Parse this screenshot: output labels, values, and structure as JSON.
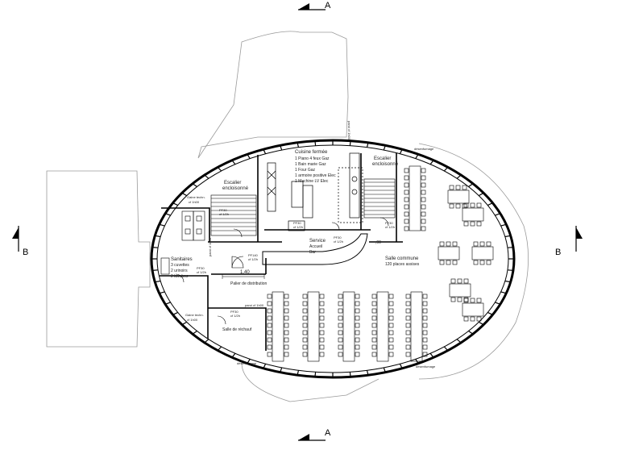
{
  "section_marks": {
    "a_top": "A",
    "a_bottom": "A",
    "b_left": "B",
    "b_right": "B"
  },
  "rooms": {
    "cuisine_title": "Cuisine fermée",
    "cuisine_items": [
      "1 Piano 4 feux Gaz",
      "1 Bain marie Gaz",
      "1 Four Gaz",
      "1 armoire positive Elec",
      "1 Machine LV Elec"
    ],
    "escalier_left": [
      "Escalier",
      "encloisonné"
    ],
    "escalier_right": [
      "Escalier",
      "encloisonné"
    ],
    "sanitaires": [
      "Sanitaires",
      "3 cuvettes",
      "2 urinoirs",
      "2 lavabos"
    ],
    "service": [
      "Service",
      "Accueil",
      "Bar"
    ],
    "salle_commune": [
      "Salle commune",
      "120 places assises"
    ],
    "palier": "Palier de distribution",
    "salle_rechauf": "Salle de réchauf",
    "gaine_left_top": [
      "Gaine techn.",
      "cf 1h00"
    ],
    "gaine_left_bot": [
      "Gaine techn.",
      "cf 1h00"
    ]
  },
  "doors": {
    "pf30_stair_l": [
      "PF30",
      "cf 1/2h"
    ],
    "pf30_stair_r": [
      "PF30",
      "cf 1/2h"
    ],
    "pf30_kitchen": [
      "PF30",
      "cf 1/2h"
    ],
    "pf30_service": [
      "PF30",
      "cf 1/2h"
    ],
    "pf30_sanit": [
      "PF30",
      "cf 1/2h"
    ],
    "pf30_rechauf": [
      "PF30",
      "cf 1/2h"
    ],
    "pf140": [
      "PF140",
      "cf 1/2h"
    ],
    "dim_140": "1,40",
    "dim_090": ",90"
  },
  "wall_notes": {
    "desenfumage": "désenfumage",
    "paroi_left": "paroi cf 1h00",
    "paroi_mid": "paroi cf 1h00",
    "paroi_right": "paroi cf 1h00"
  }
}
